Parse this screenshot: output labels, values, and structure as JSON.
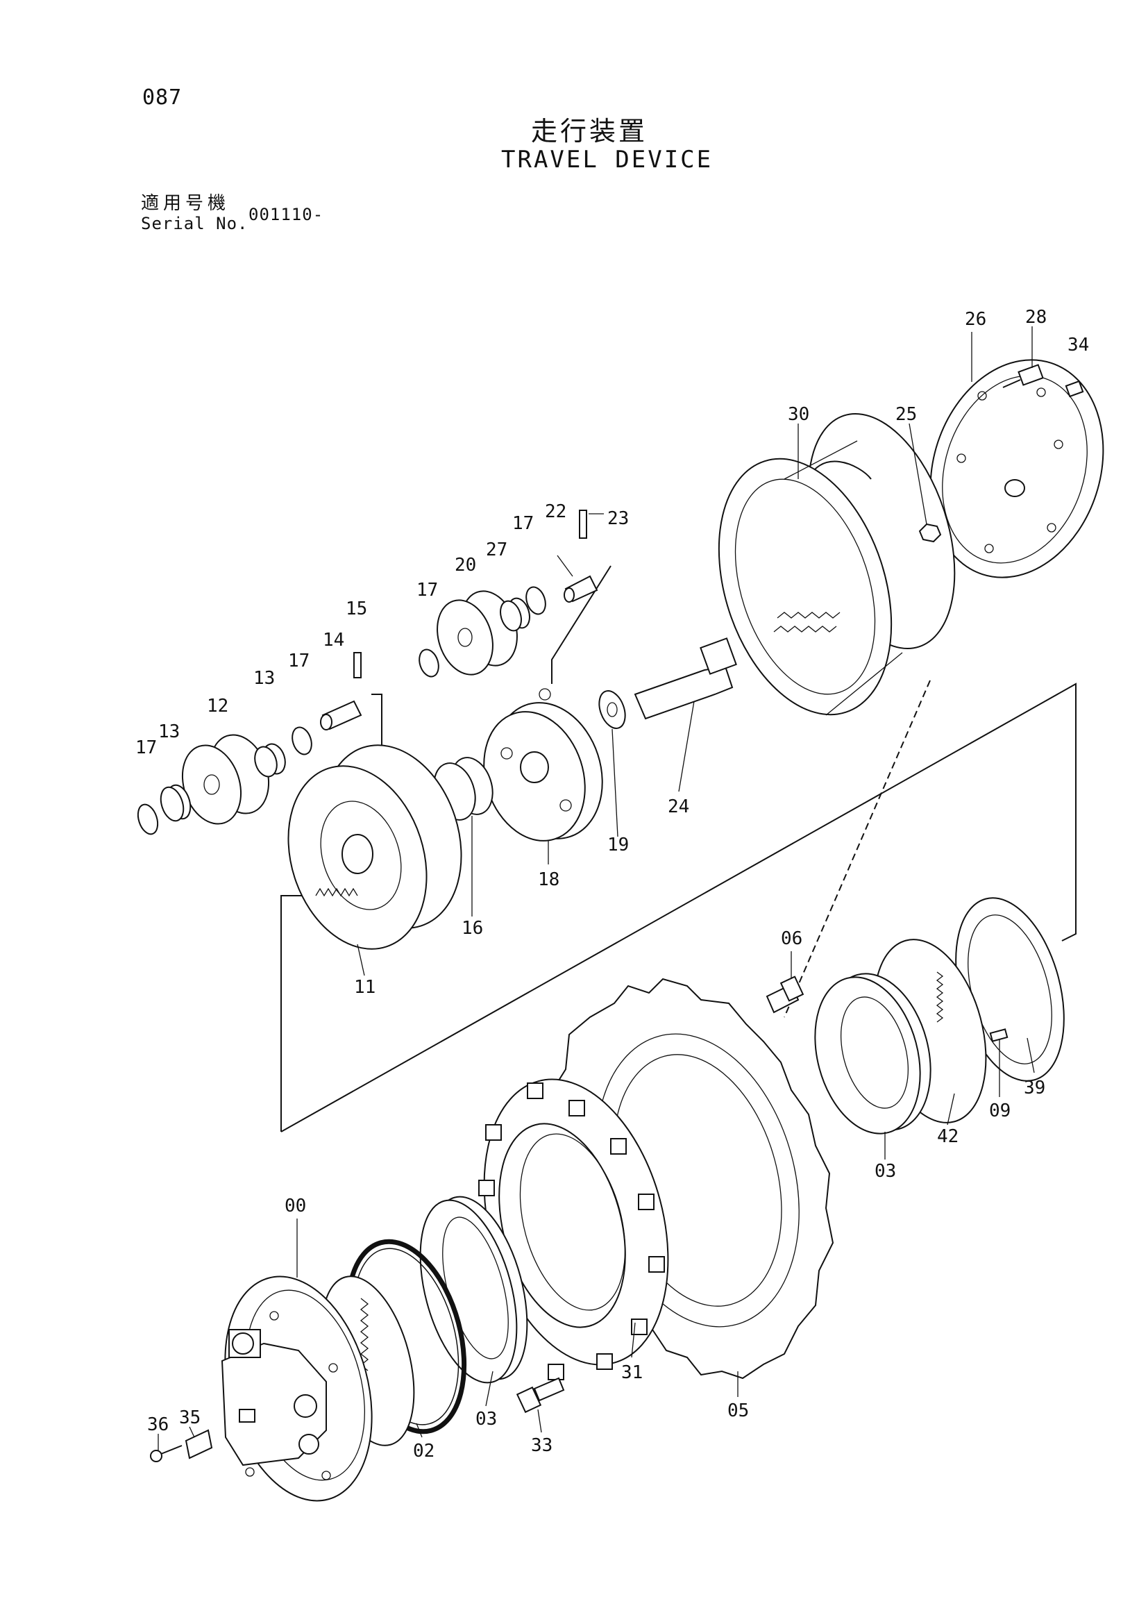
{
  "header": {
    "page_number": "087",
    "title_jp": "走行装置",
    "title_en": "TRAVEL DEVICE",
    "serial_label_jp": "適用号機",
    "serial_label_en": "Serial No.",
    "serial_value": "001110-"
  },
  "diagram": {
    "callouts": [
      "00",
      "02",
      "03",
      "03",
      "05",
      "06",
      "09",
      "11",
      "12",
      "13",
      "13",
      "14",
      "15",
      "16",
      "17",
      "17",
      "17",
      "17",
      "18",
      "19",
      "20",
      "22",
      "23",
      "24",
      "25",
      "26",
      "27",
      "28",
      "30",
      "31",
      "33",
      "34",
      "35",
      "36",
      "39",
      "42"
    ]
  }
}
